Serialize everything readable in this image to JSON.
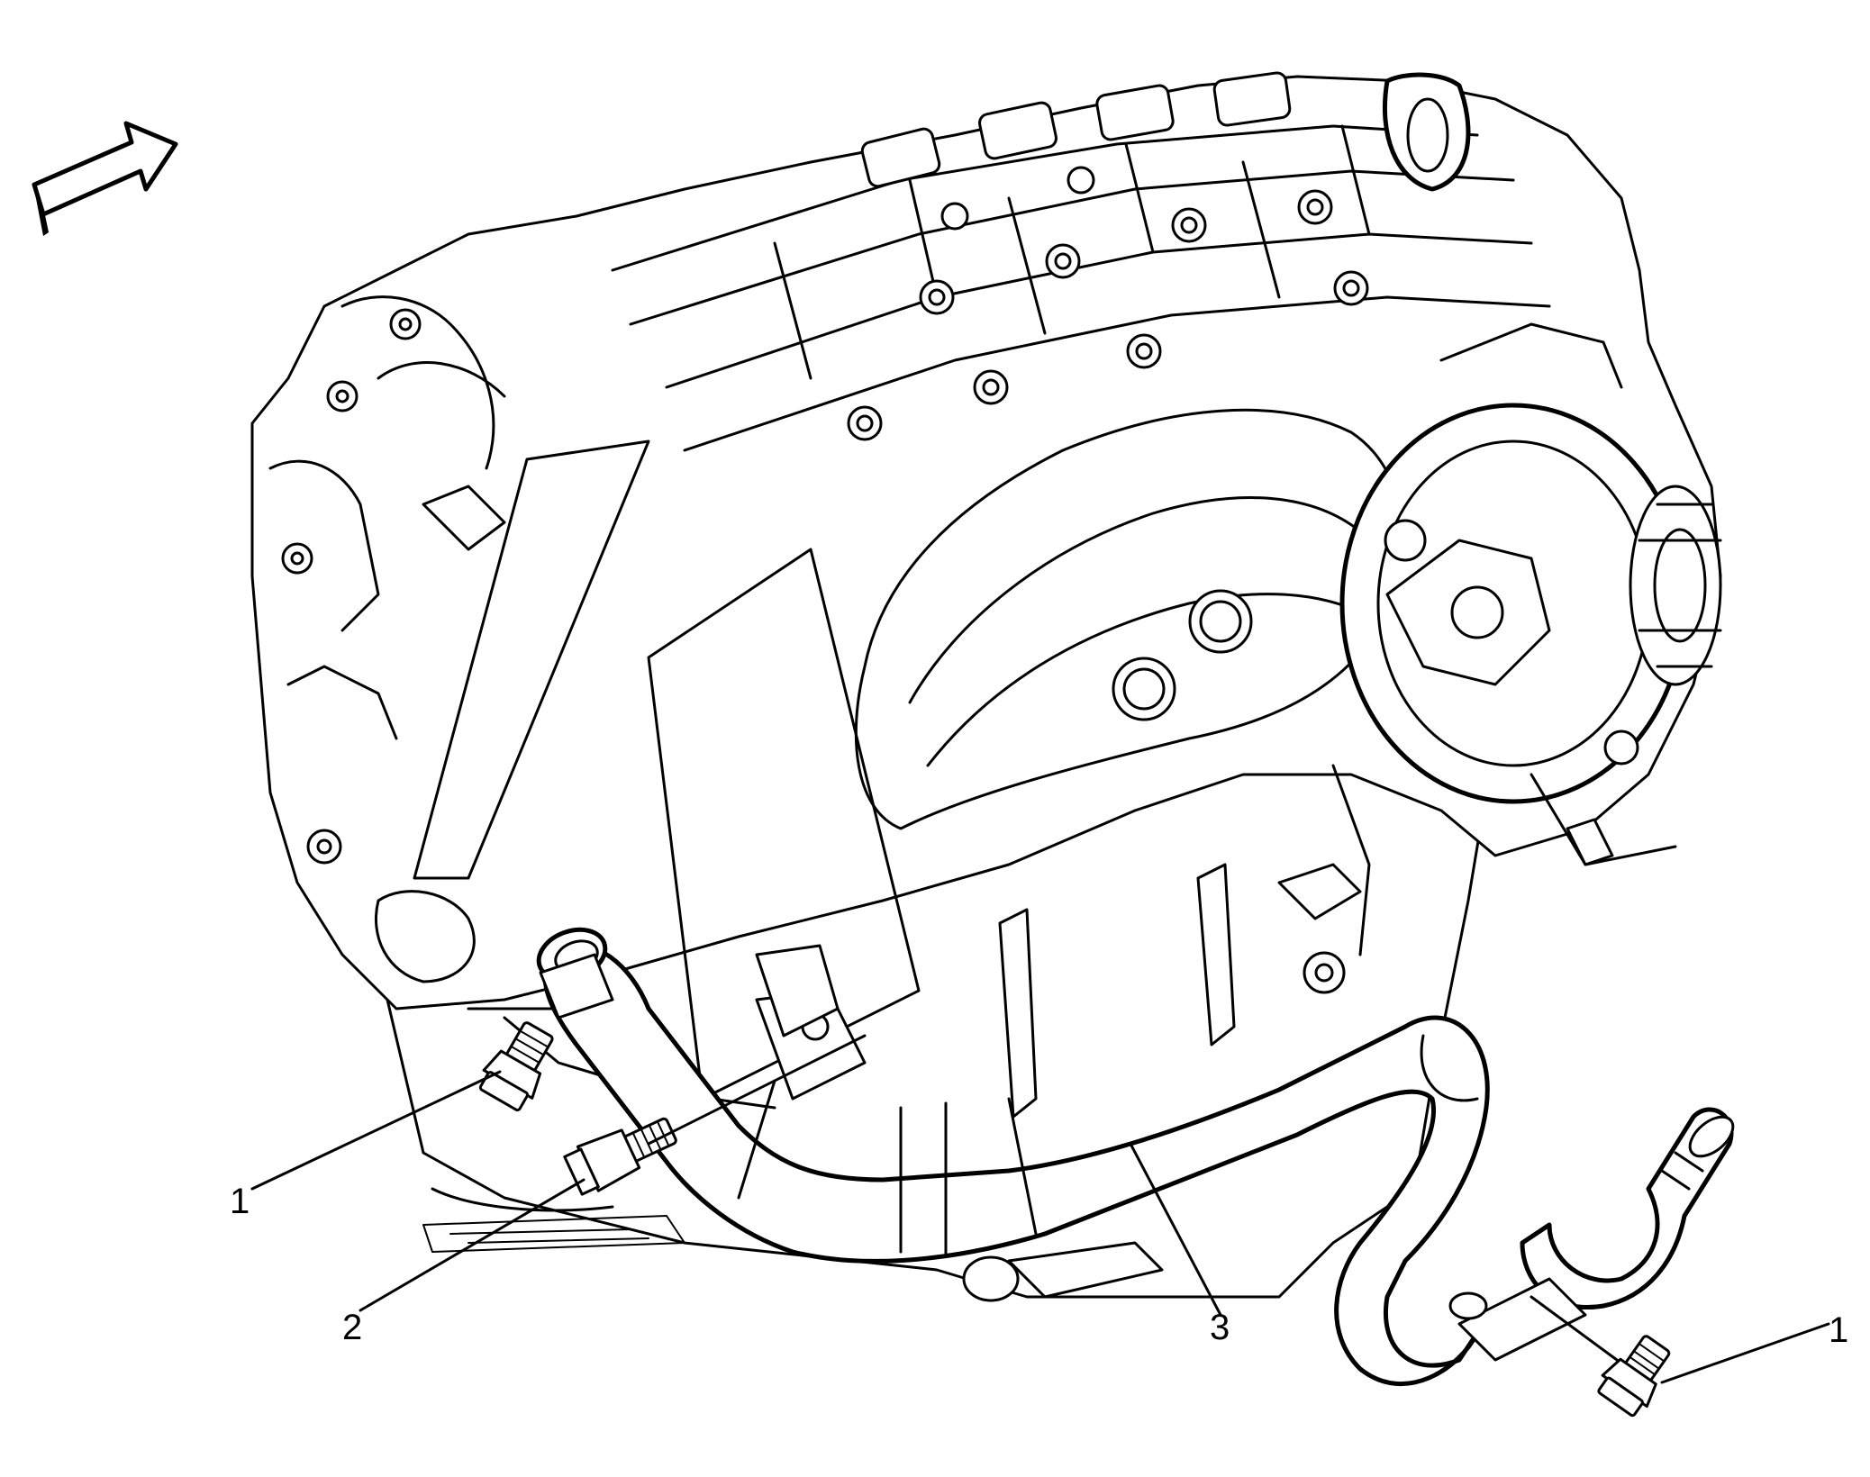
{
  "callouts": [
    {
      "id": "bolt-left",
      "label": "1"
    },
    {
      "id": "bolt-center",
      "label": "2"
    },
    {
      "id": "hose",
      "label": "3"
    },
    {
      "id": "bolt-right",
      "label": "1"
    }
  ],
  "colors": {
    "ink": "#000000",
    "paper": "#ffffff"
  },
  "icons": {
    "orientation": "direction-arrow-icon"
  }
}
